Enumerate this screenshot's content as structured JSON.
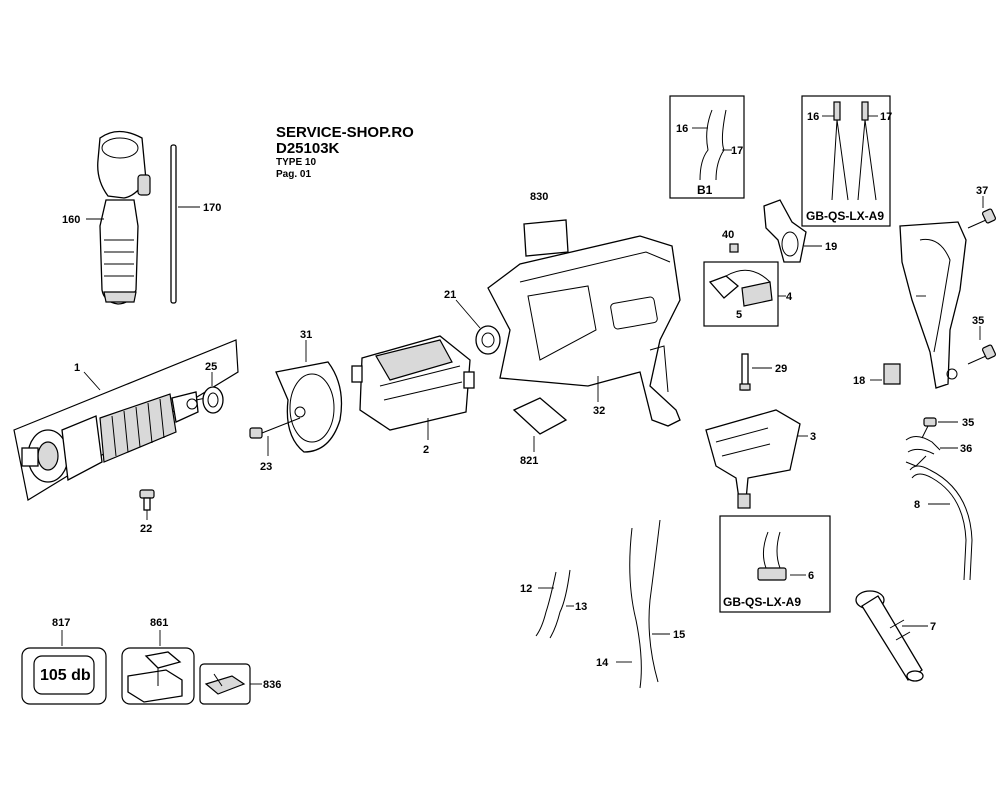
{
  "header": {
    "shop": "SERVICE-SHOP.RO",
    "model": "D25103K",
    "type": "TYPE 10",
    "page": "Pag. 01"
  },
  "callouts": {
    "p1": "1",
    "p2": "2",
    "p3": "3",
    "p4": "4",
    "p5": "5",
    "p6": "6",
    "p7": "7",
    "p8": "8",
    "p12": "12",
    "p13": "13",
    "p14": "14",
    "p15": "15",
    "p16a": "16",
    "p17a": "17",
    "p16b": "16",
    "p17b": "17",
    "p18": "18",
    "p19": "19",
    "p21": "21",
    "p22": "22",
    "p23": "23",
    "p25": "25",
    "p29": "29",
    "p31": "31",
    "p32": "32",
    "p35a": "35",
    "p35b": "35",
    "p36": "36",
    "p37": "37",
    "p40": "40",
    "p160": "160",
    "p170": "170",
    "p817": "817",
    "p821": "821",
    "p830": "830",
    "p836": "836",
    "p861": "861"
  },
  "boxes": {
    "b1_label": "B1",
    "gb_top_label": "GB-QS-LX-A9",
    "gb_bottom_label": "GB-QS-LX-A9",
    "noise_label": "105 db"
  }
}
